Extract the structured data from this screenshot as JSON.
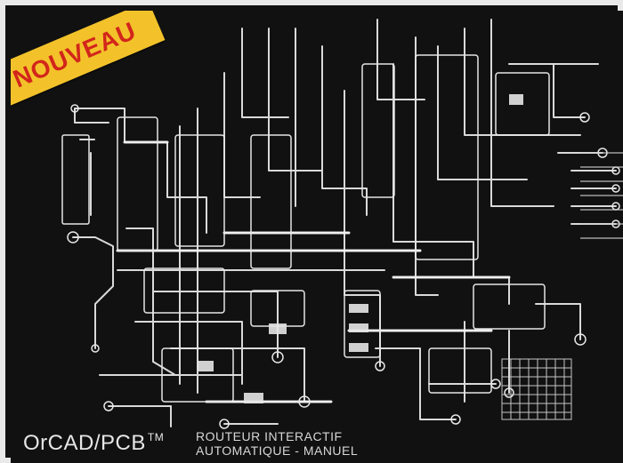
{
  "badge": {
    "text": "NOUVEAU"
  },
  "brand": {
    "name": "OrCAD/PCB",
    "tm": "TM"
  },
  "subtitle": {
    "line1": "ROUTEUR INTERACTIF",
    "line2": "AUTOMATIQUE - MANUEL"
  },
  "colors": {
    "background": "#111111",
    "trace": "#d9d9d9",
    "badge_bg": "#f3c22a",
    "badge_text": "#d2261b",
    "text": "#e6e6e6"
  }
}
